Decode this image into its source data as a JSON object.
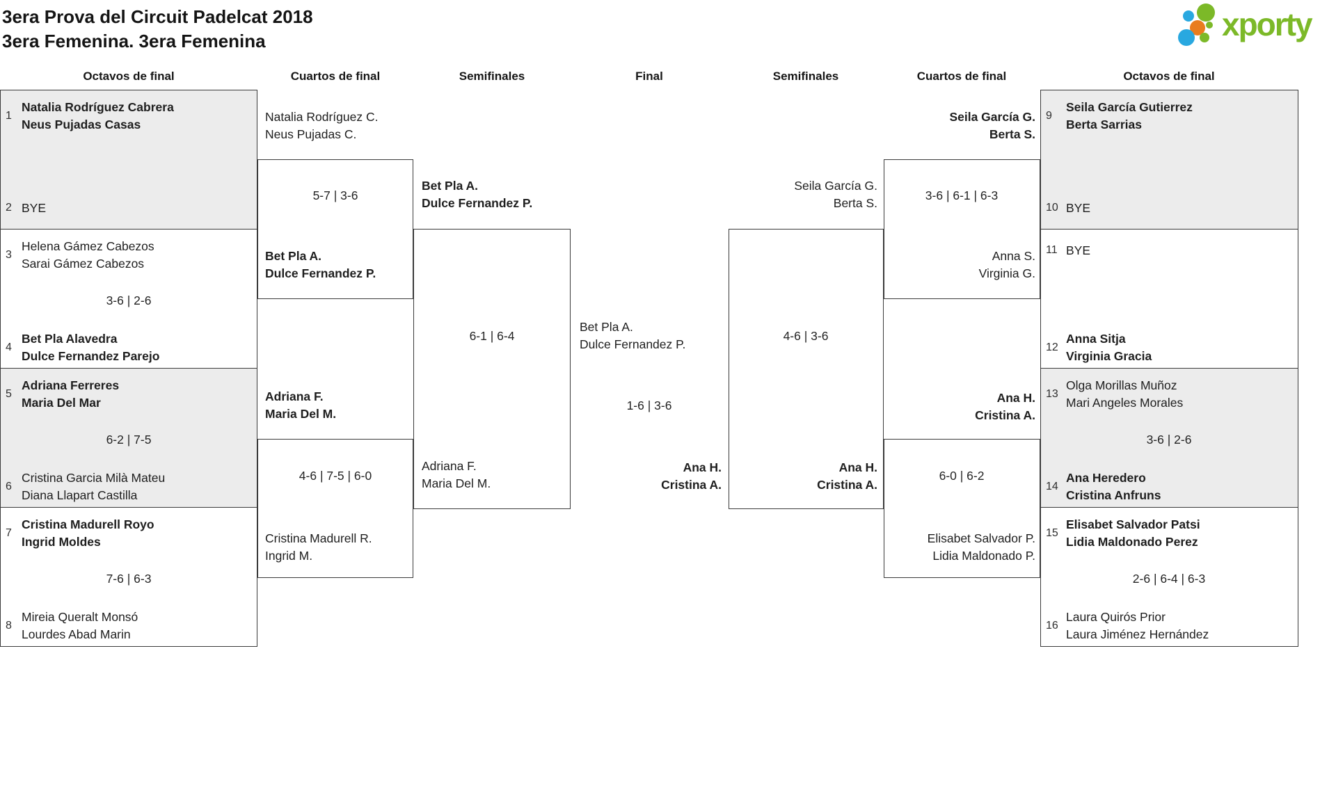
{
  "title": {
    "line1": "3era Prova del Circuit Padelcat 2018",
    "line2": "3era Femenina. 3era Femenina"
  },
  "logo": {
    "brand": "xporty"
  },
  "colors": {
    "brand_green": "#7cb928",
    "brand_blue": "#29a8e0",
    "brand_orange": "#e97d1e",
    "box_shade": "#ececec",
    "box_border": "#3a3a3a",
    "text": "#1e1e1e"
  },
  "rounds": {
    "r16_left": "Octavos de final",
    "qf_left": "Cuartos de final",
    "sf_left": "Semifinales",
    "final": "Final",
    "sf_right": "Semifinales",
    "qf_right": "Cuartos de final",
    "r16_right": "Octavos de final"
  },
  "r16": {
    "m1": {
      "seed_a": "1",
      "team_a": [
        "Natalia Rodríguez Cabrera",
        "Neus Pujadas Casas"
      ],
      "seed_b": "2",
      "team_b": [
        "BYE"
      ]
    },
    "m2": {
      "seed_a": "3",
      "team_a": [
        "Helena Gámez Cabezos",
        "Sarai Gámez Cabezos"
      ],
      "score": "3-6 | 2-6",
      "seed_b": "4",
      "team_b": [
        "Bet Pla Alavedra",
        "Dulce Fernandez Parejo"
      ]
    },
    "m3": {
      "seed_a": "5",
      "team_a": [
        "Adriana Ferreres",
        "Maria Del Mar"
      ],
      "score": "6-2 | 7-5",
      "seed_b": "6",
      "team_b": [
        "Cristina Garcia Milà Mateu",
        "Diana Llapart Castilla"
      ]
    },
    "m4": {
      "seed_a": "7",
      "team_a": [
        "Cristina Madurell Royo",
        "Ingrid Moldes"
      ],
      "score": "7-6 | 6-3",
      "seed_b": "8",
      "team_b": [
        "Mireia Queralt Monsó",
        "Lourdes Abad Marin"
      ]
    },
    "m5": {
      "seed_a": "9",
      "team_a": [
        "Seila García Gutierrez",
        "Berta Sarrias"
      ],
      "seed_b": "10",
      "team_b": [
        "BYE"
      ]
    },
    "m6": {
      "seed_a": "11",
      "team_a": [
        "BYE"
      ],
      "seed_b": "12",
      "team_b": [
        "Anna Sitja",
        "Virginia Gracia"
      ]
    },
    "m7": {
      "seed_a": "13",
      "team_a": [
        "Olga Morillas Muñoz",
        "Mari Angeles Morales"
      ],
      "score": "3-6 | 2-6",
      "seed_b": "14",
      "team_b": [
        "Ana Heredero",
        "Cristina Anfruns"
      ]
    },
    "m8": {
      "seed_a": "15",
      "team_a": [
        "Elisabet Salvador Patsi",
        "Lidia Maldonado Perez"
      ],
      "score": "2-6 | 6-4 | 6-3",
      "seed_b": "16",
      "team_b": [
        "Laura Quirós Prior",
        "Laura Jiménez Hernández"
      ]
    }
  },
  "qf": {
    "m1": {
      "team_a": [
        "Natalia Rodríguez C.",
        "Neus Pujadas C."
      ],
      "score": "5-7 | 3-6",
      "team_b": [
        "Bet Pla A.",
        "Dulce Fernandez P."
      ]
    },
    "m2": {
      "team_a": [
        "Adriana F.",
        "Maria Del M."
      ],
      "score": "4-6 | 7-5 | 6-0",
      "team_b": [
        "Cristina Madurell R.",
        "Ingrid M."
      ]
    },
    "m3": {
      "team_a": [
        "Seila García G.",
        "Berta S."
      ],
      "score": "3-6 | 6-1 | 6-3",
      "team_b": [
        "Anna S.",
        "Virginia G."
      ]
    },
    "m4": {
      "team_a": [
        "Ana H.",
        "Cristina A."
      ],
      "score": "6-0 | 6-2",
      "team_b": [
        "Elisabet Salvador P.",
        "Lidia Maldonado P."
      ]
    }
  },
  "sf": {
    "m1": {
      "team_a": [
        "Bet Pla A.",
        "Dulce Fernandez P."
      ],
      "score": "6-1 | 6-4",
      "team_b": [
        "Adriana F.",
        "Maria Del M."
      ]
    },
    "m2": {
      "team_a": [
        "Seila García G.",
        "Berta S."
      ],
      "score": "4-6 | 3-6",
      "team_b": [
        "Ana H.",
        "Cristina A."
      ]
    }
  },
  "final": {
    "team_a": [
      "Bet Pla A.",
      "Dulce Fernandez P."
    ],
    "score": "1-6 | 3-6",
    "team_b": [
      "Ana H.",
      "Cristina A."
    ]
  }
}
